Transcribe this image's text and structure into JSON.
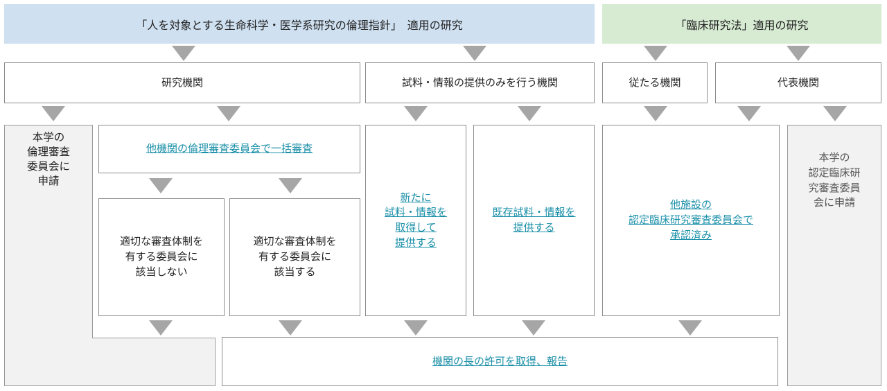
{
  "headers": {
    "ethics_guideline": "「人を対象とする生命科学・医学系研究の倫理指針」　適用の研究",
    "clinical_act": "「臨床研究法」適用の研究"
  },
  "institutions": {
    "research": "研究機関",
    "provider_only": "試料・情報の提供のみを行う機関",
    "subordinate": "従たる機関",
    "representative": "代表機関"
  },
  "boxes": {
    "own_committee": "本学の\n倫理審査\n委員会に\n申請",
    "bulk_review": "他機関の倫理審査委員会で一括審査",
    "not_appropriate": "適切な審査体制を\n有する委員会に\n該当しない",
    "appropriate": "適切な審査体制を\n有する委員会に\n該当する",
    "new_acquire": "新たに\n試料・情報を\n取得して\n提供する",
    "existing_provide": "既存試料・情報を\n提供する",
    "other_facility": "他施設の\n認定臨床研究審査委員会で\n承認済み",
    "own_certified": "本学の\n認定臨床研\n究審査委員\n会に申請",
    "permission": "機関の長の許可を取得、報告"
  },
  "colors": {
    "header_blue": "#cfe0f1",
    "header_green": "#d7ebd3",
    "gray_box": "#f2f2f2",
    "link": "#1a8fa8",
    "arrow": "#a6a6a6"
  }
}
